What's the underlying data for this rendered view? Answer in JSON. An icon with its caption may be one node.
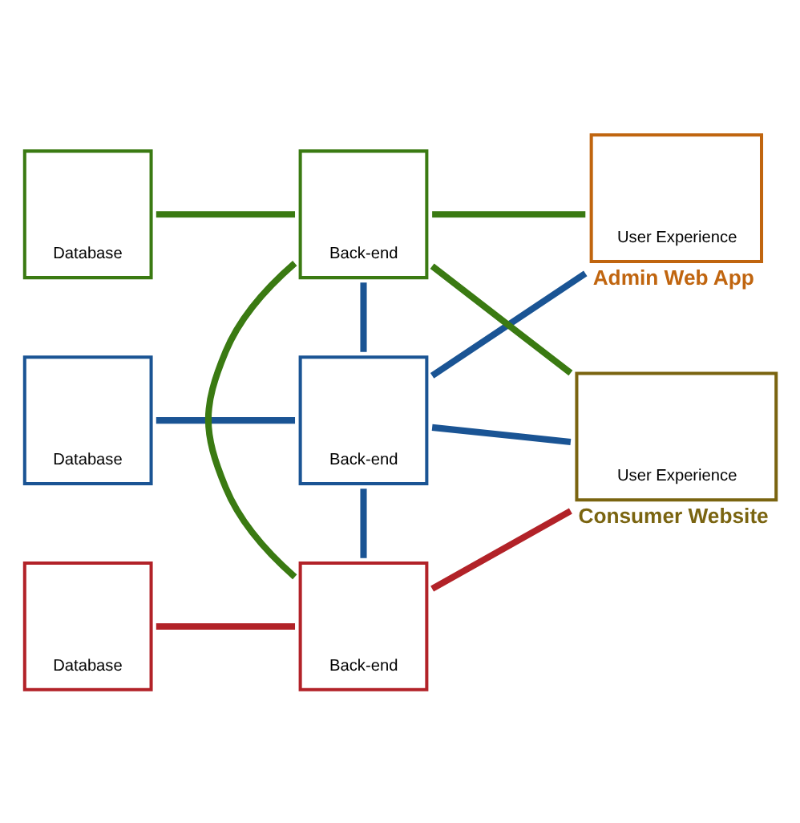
{
  "diagram": {
    "nodes": [
      {
        "text": [
          "Database"
        ]
      },
      {
        "text": [
          "Back-end"
        ]
      },
      {
        "text": [
          "User Experience"
        ],
        "beside": [
          "Admin Web App"
        ]
      },
      {
        "text": [
          "Database"
        ]
      },
      {
        "text": [
          "Back-end"
        ]
      },
      {
        "text": [
          "User Experience"
        ],
        "beside": [
          "Consumer Website"
        ]
      },
      {
        "text": [
          "Database"
        ]
      },
      {
        "text": [
          "Back-end"
        ]
      }
    ],
    "edges": [
      {
        "from": 0,
        "to": 1,
        "arrow": "none",
        "color": "#1a5494"
      },
      {
        "from": 1,
        "to": 2,
        "arrow": "none",
        "color": "#1a5494"
      },
      {
        "from": 1,
        "to": 5,
        "arrow": "none",
        "color": "#1a5494"
      },
      {
        "from": 1,
        "to": 4,
        "arrow": "none",
        "color": "#1a5494"
      },
      {
        "from": 1,
        "to": 7,
        "arrow": "none",
        "color": "#1a5494"
      },
      {
        "from": 3,
        "to": 4,
        "arrow": "none",
        "color": "#b22228"
      },
      {
        "from": 4,
        "to": 5,
        "arrow": "none",
        "color": "#b22228"
      },
      {
        "from": 4,
        "to": 7,
        "arrow": "none",
        "color": "#3a7a12"
      },
      {
        "from": 6,
        "to": 7,
        "arrow": "none",
        "color": "#3a7a12"
      },
      {
        "from": 7,
        "to": 2,
        "arrow": "none",
        "color": "#3a7a12"
      },
      {
        "from": 7,
        "to": 5,
        "arrow": "none",
        "color": "#3a7a12"
      }
    ]
  }
}
